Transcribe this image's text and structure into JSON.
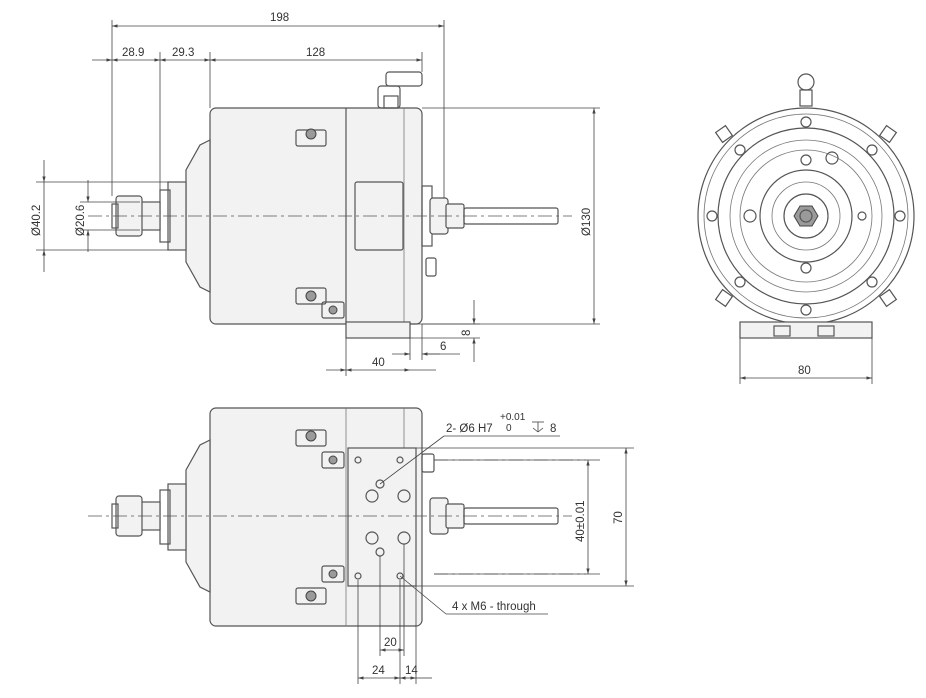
{
  "dimensions": {
    "total_length": "198",
    "front_section_a": "28.9",
    "front_section_b": "29.3",
    "body_length": "128",
    "shaft_dia_large": "Ø40.2",
    "shaft_dia_small": "Ø20.6",
    "body_dia": "Ø130",
    "base_height": "8",
    "base_offset": "6",
    "base_length": "40",
    "base_width": "80",
    "hole_spacing": "40±0.01",
    "plate_height": "70",
    "hole_pitch_x": "20",
    "plate_offset_a": "24",
    "plate_offset_b": "14"
  },
  "callouts": {
    "pin_hole_spec": "2- Ø6 H7",
    "pin_hole_tol_upper": "+0.01",
    "pin_hole_tol_lower": "0",
    "pin_hole_depth": "8",
    "thread_spec": "4 x M6 - through"
  }
}
